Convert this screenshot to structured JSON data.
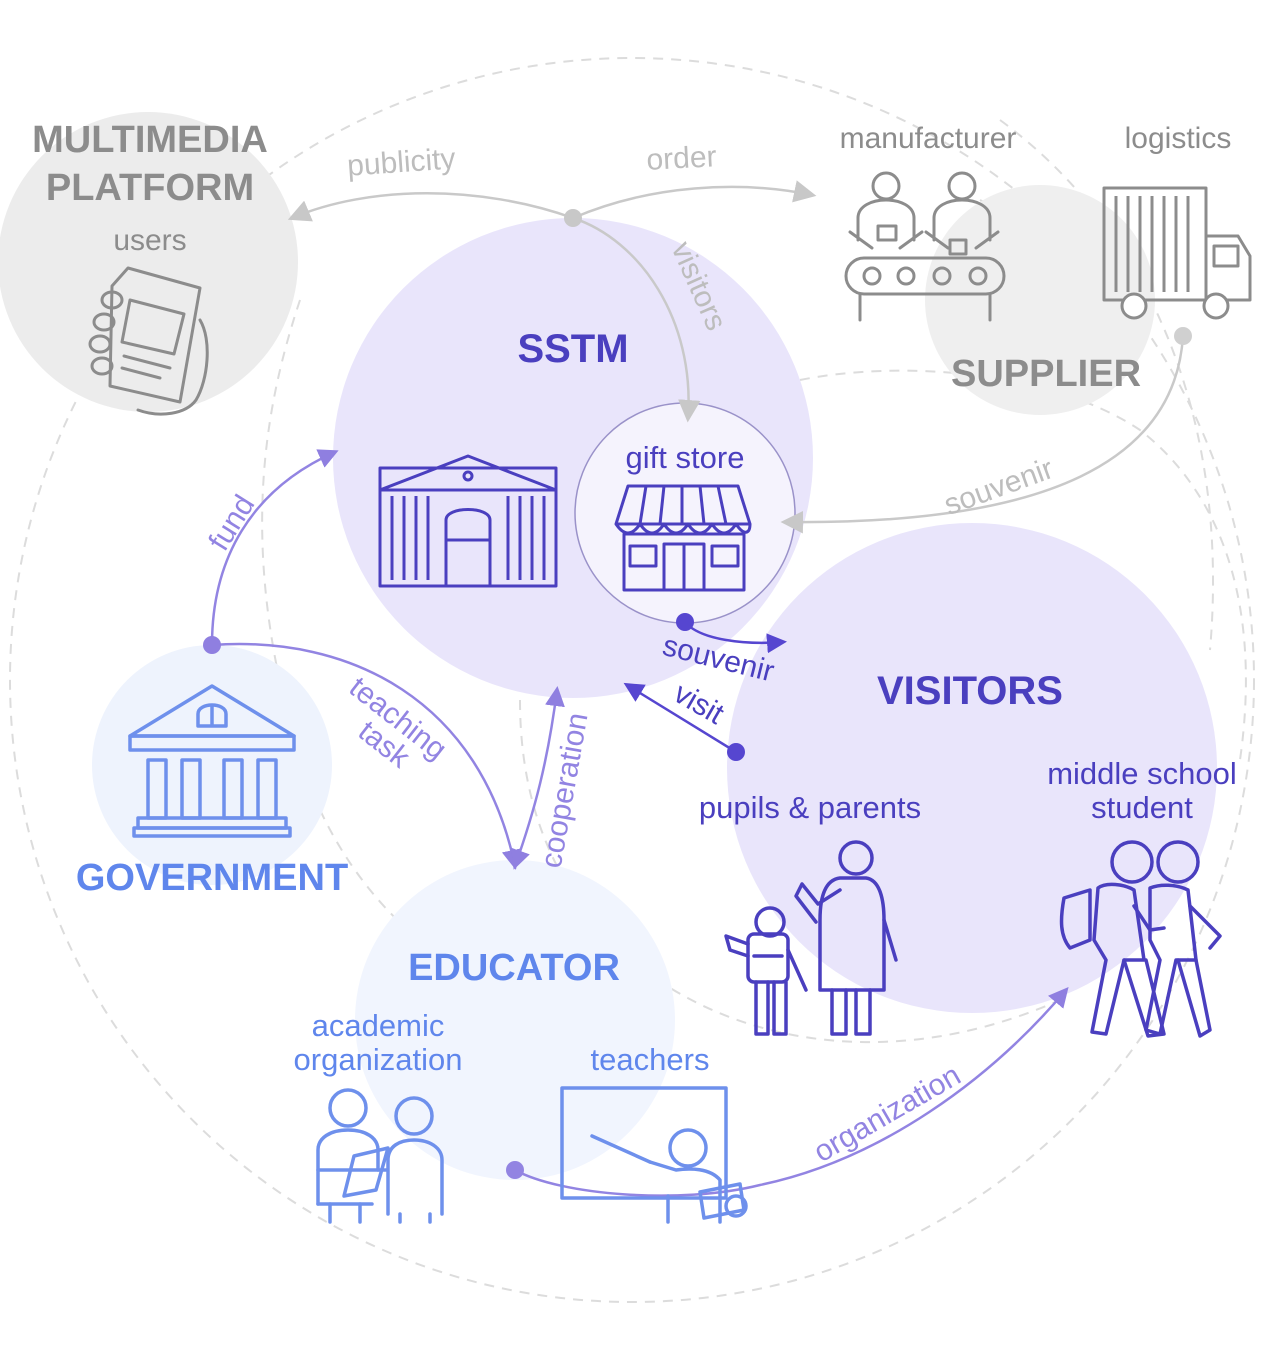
{
  "colors": {
    "gray_text": "#8c8c8c",
    "gray_dark": "#7d7d7d",
    "gray_circle": "#ececec",
    "dashed": "#d9d9d9",
    "violet_circle": "#e9e5fb",
    "violet_text": "#4a3fbf",
    "violet_line": "#9b8be0",
    "violet_dot": "#6e5ce0",
    "blue_circle": "#eef3fd",
    "blue_text": "#5f86ec",
    "blue_line": "#6e90ec"
  },
  "nodes": {
    "multimedia_title_1": "MULTIMEDIA",
    "multimedia_title_2": "PLATFORM",
    "users": "users",
    "supplier": "SUPPLIER",
    "manufacturer": "manufacturer",
    "logistics": "logistics",
    "sstm": "SSTM",
    "gift_store": "gift store",
    "visitors": "VISITORS",
    "pupils_parents": "pupils & parents",
    "middle_school_1": "middle school",
    "middle_school_2": "student",
    "government": "GOVERNMENT",
    "educator": "EDUCATOR",
    "academic_1": "academic",
    "academic_2": "organization",
    "teachers": "teachers"
  },
  "flows": {
    "publicity": "publicity",
    "order": "order",
    "visitors": "visitors",
    "souvenir_supplier": "souvenir",
    "fund": "fund",
    "teaching_1": "teaching",
    "teaching_2": "task",
    "cooperation": "cooperation",
    "souvenir_visitors": "souvenir",
    "visit": "visit",
    "organization": "organization"
  },
  "icons": [
    "smartphone-hand-icon",
    "factory-workers-icon",
    "delivery-truck-icon",
    "museum-building-icon",
    "storefront-icon",
    "government-building-icon",
    "child-parent-icon",
    "students-walking-icon",
    "study-group-icon",
    "teacher-board-icon"
  ]
}
